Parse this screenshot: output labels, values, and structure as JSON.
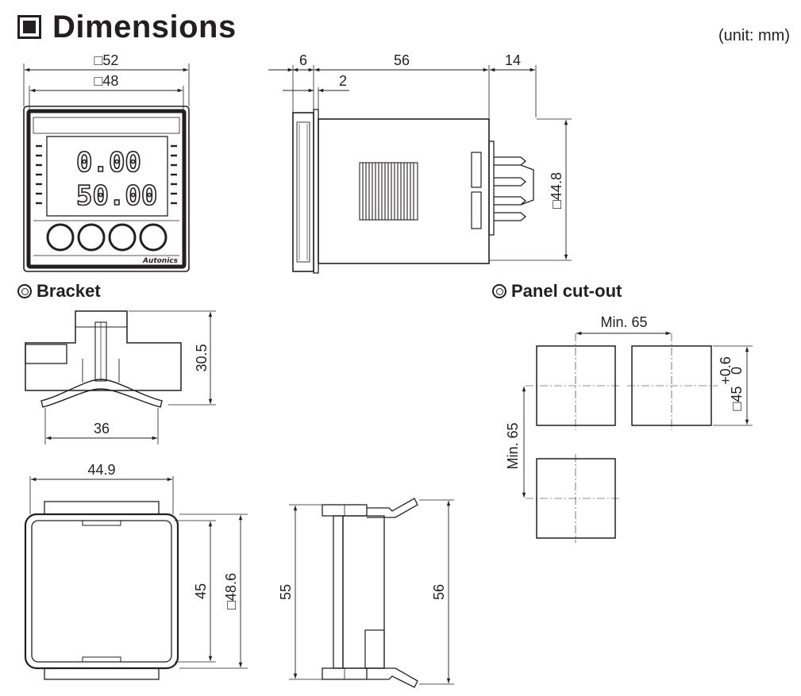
{
  "header": {
    "title": "Dimensions",
    "unit_note": "(unit: mm)"
  },
  "sections": {
    "bracket": "Bracket",
    "panel_cutout": "Panel cut-out"
  },
  "front_view": {
    "width_outer": "□52",
    "width_inner": "□48",
    "display_line1": "0.00",
    "display_line2": "50.00",
    "button_count": 4,
    "brand": "Autonics"
  },
  "side_view": {
    "dim_front": "6",
    "dim_body": "56",
    "dim_terminal": "14",
    "dim_gap": "2",
    "dim_height": "□44.8"
  },
  "bracket_view": {
    "height": "30.5",
    "width": "36"
  },
  "bracket_front": {
    "width": "44.9",
    "inner_height": "45",
    "outer_height": "□48.6"
  },
  "bracket_side": {
    "height_left": "55",
    "height_right": "56"
  },
  "cutout": {
    "min_horizontal": "Min. 65",
    "min_vertical": "Min. 65",
    "size": "□45",
    "tol_plus": "+0.6",
    "tol_zero": "0"
  }
}
